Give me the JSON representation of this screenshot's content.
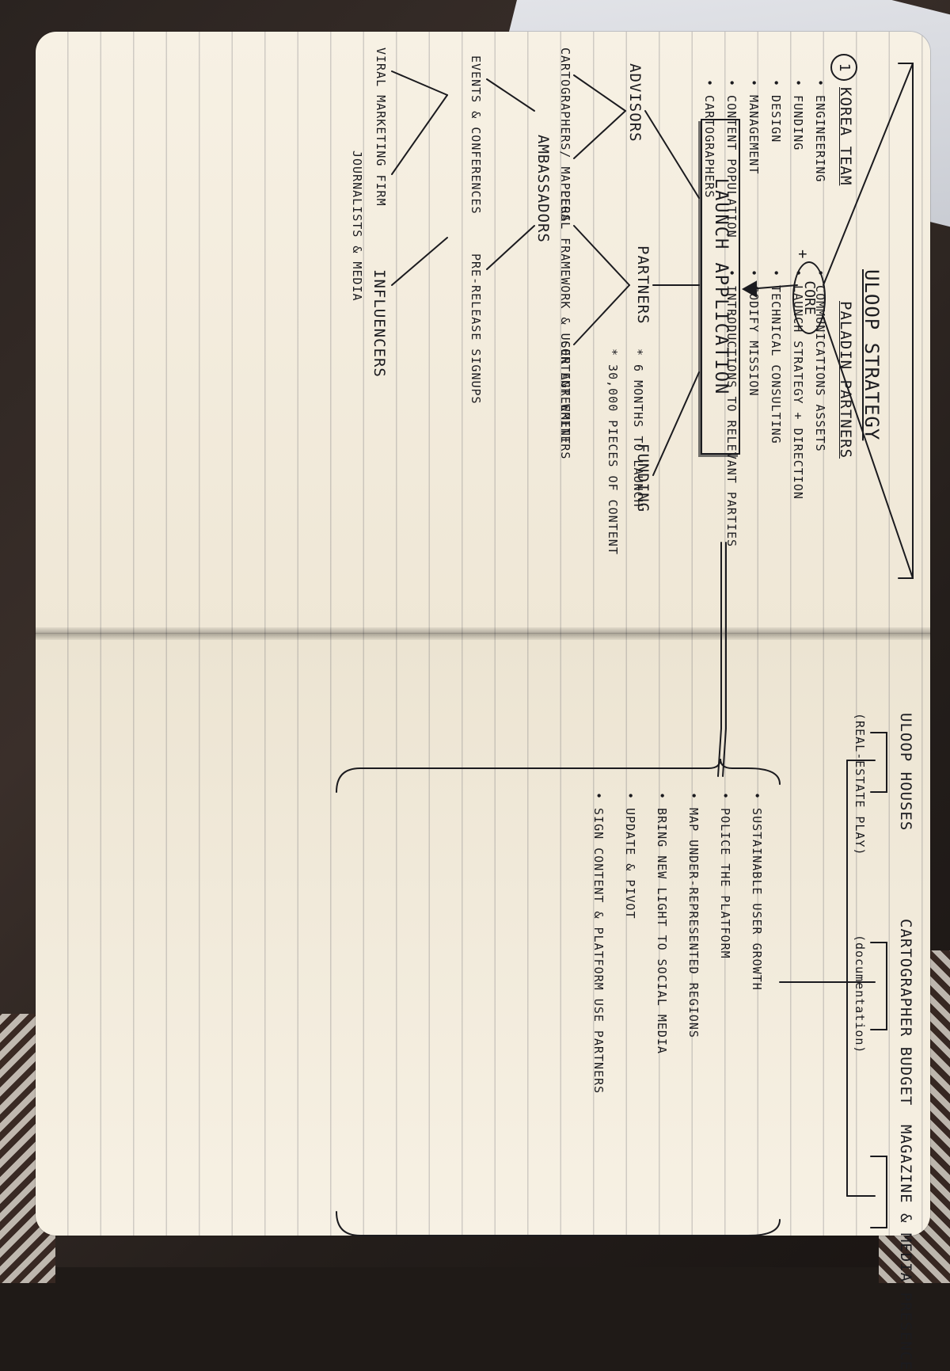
{
  "left_page": {
    "title": "ULOOP STRATEGY",
    "step_number": "1",
    "korea_team": {
      "heading": "KOREA TEAM",
      "items": [
        "• ENGINEERING",
        "• FUNDING",
        "• DESIGN",
        "• MANAGEMENT",
        "• CONTENT POPULATION",
        "• CARTOGRAPHERS"
      ]
    },
    "plus_sign": "+",
    "paladin_partners": {
      "heading": "PALADIN PARTNERS",
      "items": [
        "• COMMUNICATIONS ASSETS",
        "• LAUNCH STRATEGY + DIRECTION",
        "• TECHNICAL CONSULTING",
        "• CODIFY MISSION",
        "• INTRODUCTIONS TO RELEVANT PARTIES"
      ]
    },
    "core_label": "CORE",
    "notes": [
      "* 6 MONTHS TO LAUNCH",
      "* 30,000 PIECES OF CONTENT"
    ],
    "launch_label": "LAUNCH APPLICATION",
    "tree": {
      "advisors": "ADVISORS",
      "partners": "PARTNERS",
      "funding": "FUNDING",
      "cartographers": "CARTOGRAPHERS/ MAPPERS",
      "ambassadors": "AMBASSADORS",
      "content_writers": "CONTENT WRITERS",
      "legal": "LEGAL FRAMEWORK & USER AGREEMENT",
      "events": "EVENTS & CONFERENCES",
      "signups": "PRE-RELEASE SIGNUPS",
      "viral": "VIRAL MARKETING FIRM",
      "journalists": "JOURNALISTS & MEDIA",
      "influencers": "INFLUENCERS"
    }
  },
  "right_page": {
    "branches": {
      "uloop_houses": "ULOOP HOUSES",
      "real_estate": "(REAL-ESTATE PLAY)",
      "cartographer_budget": "CARTOGRAPHER BUDGET",
      "documentation": "(documentation)",
      "magazine": "MAGAZINE & MEDIA PRESENCE"
    },
    "goals": [
      "• SUSTAINABLE USER GROWTH",
      "• POLICE THE PLATFORM",
      "• MAP UNDER-REPRESENTED REGIONS",
      "• BRING NEW LIGHT TO SOCIAL MEDIA",
      "• UPDATE & PIVOT",
      "• SIGN CONTENT & PLATFORM USE PARTNERS"
    ]
  }
}
